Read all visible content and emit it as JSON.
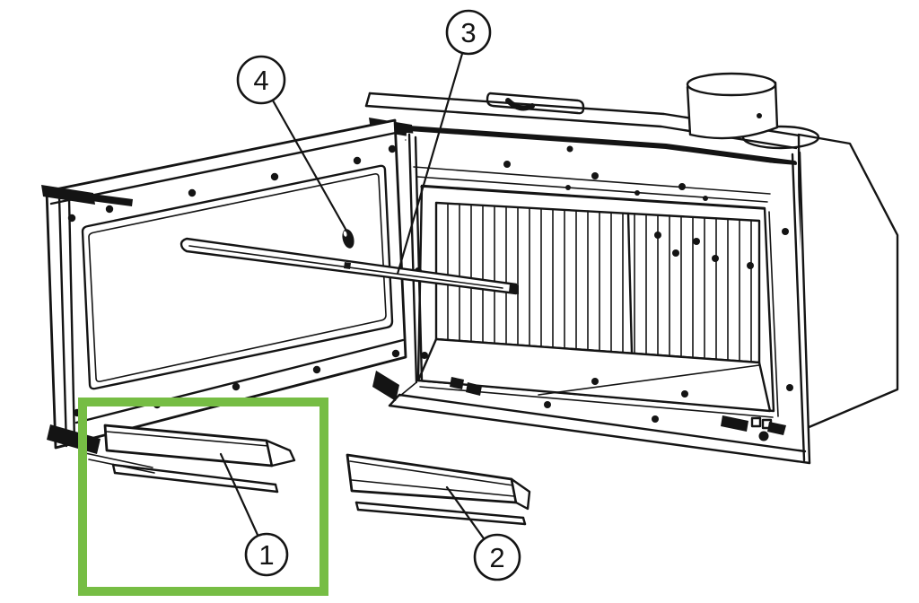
{
  "figure": {
    "kind": "exploded-parts-diagram",
    "background_color": "#ffffff",
    "line_color": "#141414",
    "highlight": {
      "color": "#76bd44",
      "shape": "rectangle"
    },
    "callouts": [
      {
        "label": "1"
      },
      {
        "label": "2"
      },
      {
        "label": "3"
      },
      {
        "label": "4"
      }
    ]
  }
}
